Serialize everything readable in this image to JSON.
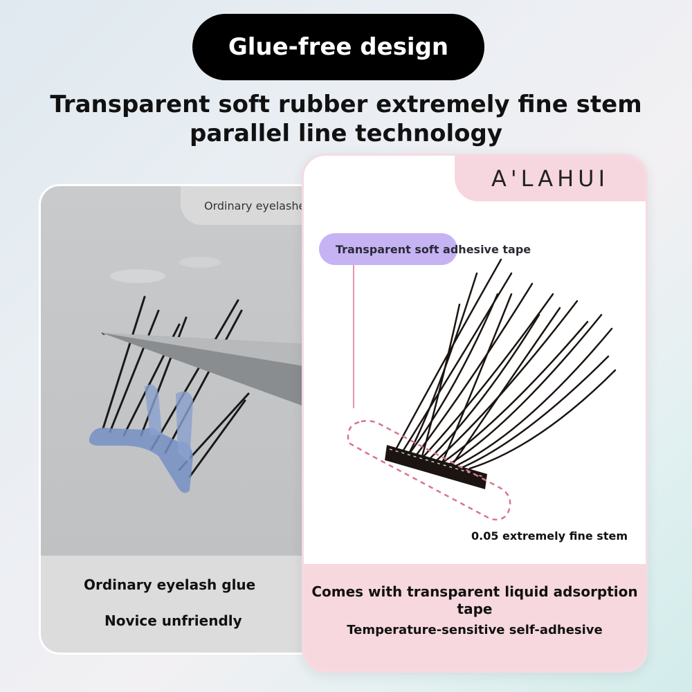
{
  "header": {
    "title": "Glue-free design",
    "subtitle": "Transparent soft rubber extremely fine stem parallel line technology"
  },
  "left_panel": {
    "tag": "Ordinary eyelashes",
    "caption_1": "Ordinary eyelash glue",
    "caption_2": "Novice unfriendly"
  },
  "right_panel": {
    "brand": "A'LAHUI",
    "tape_label": "Transparent soft adhesive tape",
    "stem_label": "0.05 extremely fine stem",
    "caption_1": "Comes with transparent liquid adsorption tape",
    "caption_2": "Temperature-sensitive self-adhesive"
  },
  "colors": {
    "title_pill": "#000000",
    "brand_bar": "#f6d7df",
    "tape_pill": "#c6b3f3",
    "dashed_outline": "#d9748a"
  }
}
